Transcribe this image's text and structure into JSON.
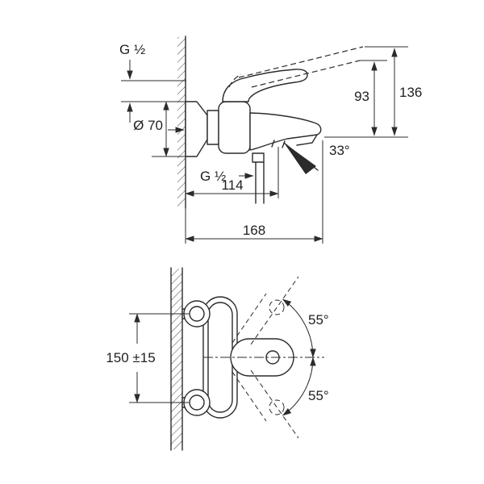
{
  "colors": {
    "background": "#ffffff",
    "line": "#2b2b2b",
    "text": "#1f1f1f"
  },
  "side_view": {
    "thread_top_label": "G ½",
    "escutcheon_diameter_label": "Ø 70",
    "height_to_spout_label": "93",
    "overall_height_label": "136",
    "spout_angle_label": "33°",
    "thread_bottom_label": "G ½",
    "wall_to_outlet_label": "114",
    "overall_projection_label": "168"
  },
  "front_view": {
    "connection_spacing_label": "150 ±15",
    "handle_swing_up_label": "55°",
    "handle_swing_down_label": "55°"
  }
}
